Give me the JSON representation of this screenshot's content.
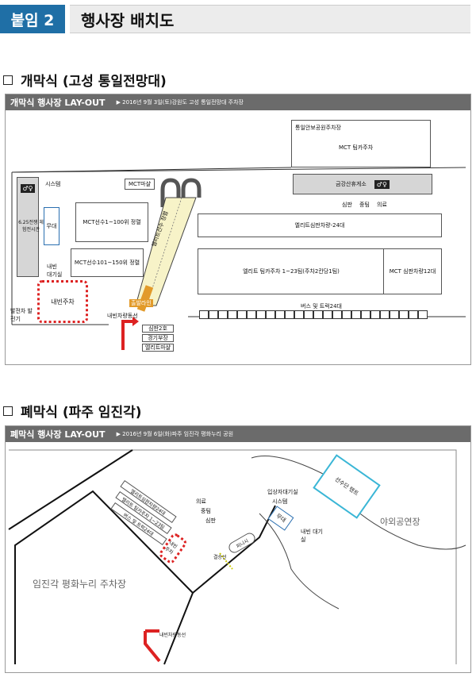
{
  "header": {
    "badge": "붙임 2",
    "title": "행사장 배치도"
  },
  "section1": {
    "title": "개막식 (고성 통일전망대)",
    "map_title": "개막식 행사장 LAY-OUT",
    "map_subtitle": "▶ 2016년 9월 3일(토)강원도 고성 통일전망대 주차장",
    "labels": {
      "unification_parking": "통일안보공원주차장",
      "mct_team_parking": "MCT 팀카주차",
      "mct_tent": "MCT마샬",
      "rest_area": "금강산휴게소",
      "referee": "심판",
      "medical": "의료",
      "team_short": "중팀",
      "elite_referee": "엘리트심판차량-24대",
      "system": "시스템",
      "stage": "무대",
      "war_memorial": "6.25전쟁 체험전시관",
      "mct_riders_1": "MCT선수1~100위 정렬",
      "mct_riders_2": "MCT선수101~150위 정렬",
      "vip_wait": "내빈 대기실",
      "elite_team_parking": "엘리트 팀카주차 1~23팀(주차2칸당1팀)",
      "mct_referee": "MCT 심판차량12대",
      "elite_riders": "엘리트선수 정렬",
      "start_flag": "출발라인",
      "bus_truck": "버스 및 트럭24대",
      "vip_parking": "내빈주차",
      "generator": "발전차 발전기",
      "vip_line": "내빈차량동선",
      "referee2": "심판2호",
      "race_hq": "경기부장",
      "elite_marshal": "엘리트마샬"
    }
  },
  "section2": {
    "title": "폐막식 (파주 임진각)",
    "map_title": "폐막식 행사장 LAY-OUT",
    "map_subtitle": "▶ 2016년 9월 6일(화)파주 임진각 평화누리 공원",
    "labels": {
      "athlete_tent": "선수단 텐트",
      "outdoor_stage": "야외공연장",
      "imjingak_parking": "임진각 평화누리 주차장",
      "award_wait": "입상자대기실",
      "system": "시스템",
      "stage": "무대",
      "vip_wait": "내빈 대기실",
      "medical": "의료",
      "team": "중팀",
      "referee": "심판",
      "elite_referee": "엘리트심판차량24대",
      "elite_team": "엘리트 팀카주차 1~23팀",
      "bus_truck": "버스 및 트럭24대",
      "vip_parking": "내빈주차",
      "finish": "피니시",
      "finish_line": "결승선",
      "vip_line": "내빈차량동선"
    }
  }
}
